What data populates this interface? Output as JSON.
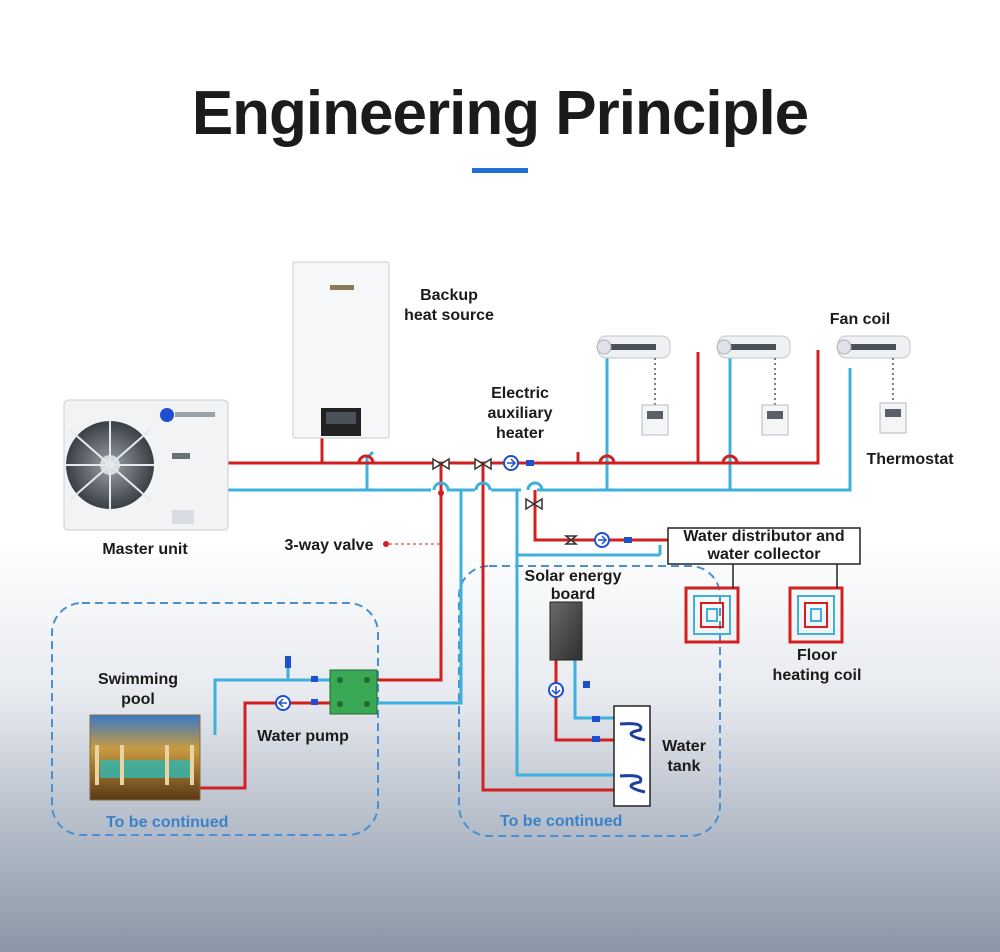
{
  "title": "Engineering Principle",
  "labels": {
    "backup_heat_source_1": "Backup",
    "backup_heat_source_2": "heat source",
    "fan_coil": "Fan coil",
    "electric_heater_1": "Electric",
    "electric_heater_2": "auxiliary",
    "electric_heater_3": "heater",
    "thermostat": "Thermostat",
    "master_unit": "Master unit",
    "three_way_valve": "3-way valve",
    "distributor_1": "Water distributor and",
    "distributor_2": "water collector",
    "solar_1": "Solar energy",
    "solar_2": "board",
    "swimming_pool_1": "Swimming",
    "swimming_pool_2": "pool",
    "water_pump": "Water pump",
    "floor_heating_1": "Floor",
    "floor_heating_2": "heating coil",
    "water_tank_1": "Water",
    "water_tank_2": "tank",
    "continued_left": "To be continued",
    "continued_right": "To be continued"
  },
  "colors": {
    "hot_pipe": "#d21f1f",
    "cold_pipe": "#3db0dc",
    "dashed_group": "#4a90d0",
    "accent": "#1f6fd6",
    "pump": "#1f4fd0",
    "exchanger": "#3aa855"
  }
}
